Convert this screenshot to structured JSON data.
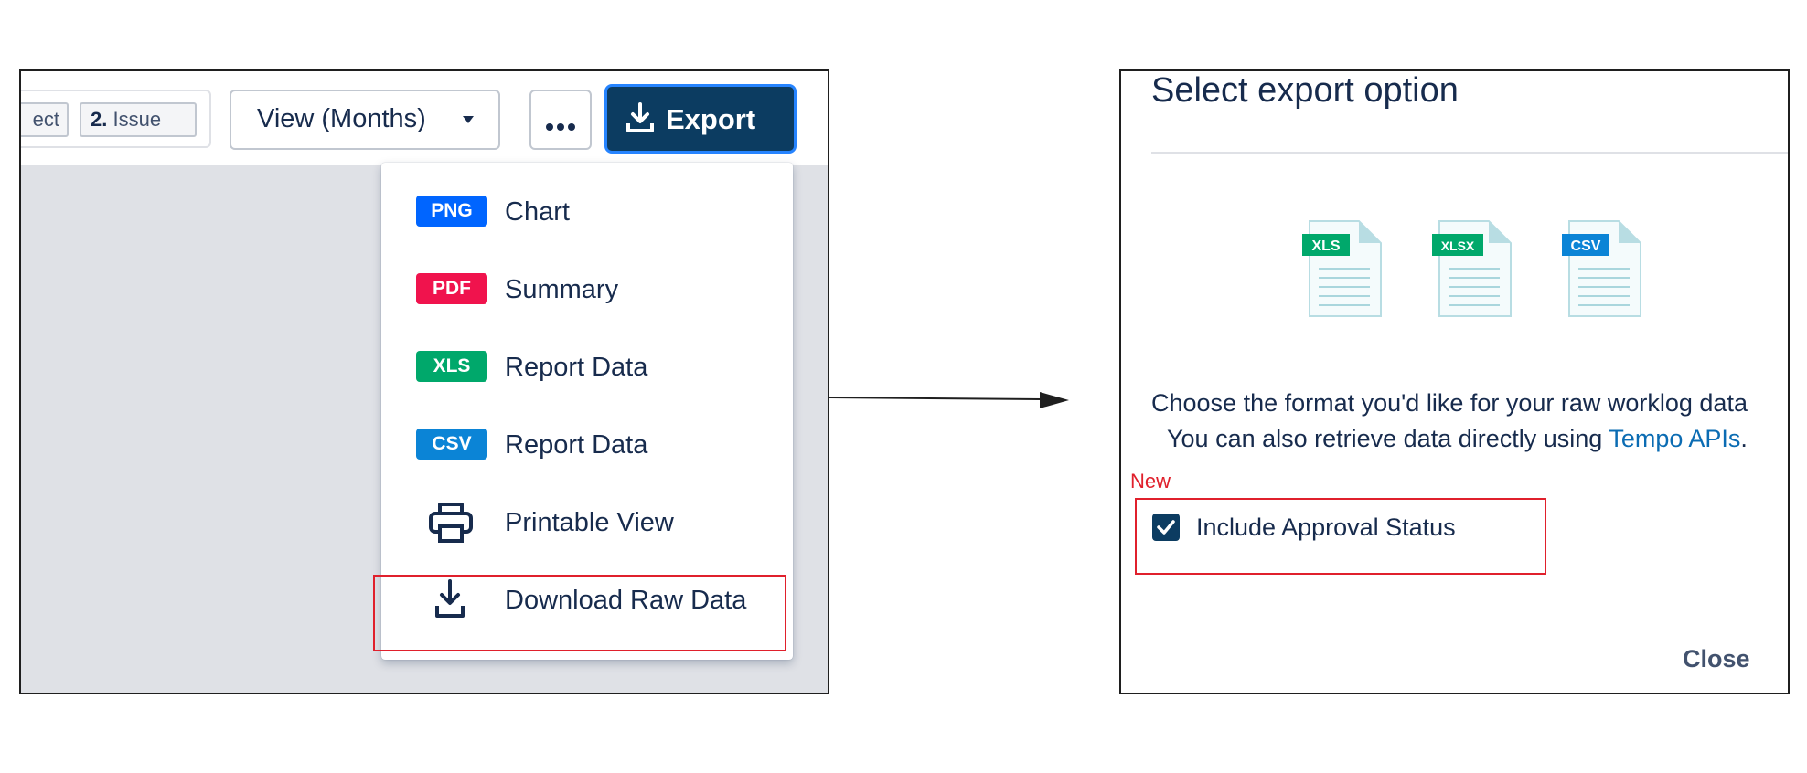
{
  "toolbar": {
    "group_chips": [
      {
        "label": "ect"
      },
      {
        "number": "2.",
        "label": "Issue"
      }
    ],
    "view_button": {
      "label": "View (Months)",
      "icon": "caret-down-icon"
    },
    "more_button": {
      "icon": "ellipsis-icon"
    },
    "export_button": {
      "label": "Export",
      "icon": "download-icon",
      "bg_color": "#0c3c61",
      "focus_color": "#2684ff"
    }
  },
  "export_menu": {
    "items": [
      {
        "badge": "PNG",
        "badge_color": "#0065ff",
        "label": "Chart"
      },
      {
        "badge": "PDF",
        "badge_color": "#f0134d",
        "label": "Summary"
      },
      {
        "badge": "XLS",
        "badge_color": "#00a86b",
        "label": "Report Data"
      },
      {
        "badge": "CSV",
        "badge_color": "#0b84d6",
        "label": "Report Data"
      },
      {
        "icon": "printer-icon",
        "label": "Printable View"
      },
      {
        "icon": "download-icon",
        "label": "Download Raw Data",
        "highlighted": true
      }
    ]
  },
  "dialog": {
    "title": "Select export option",
    "file_types": [
      {
        "label": "XLS",
        "color": "#00a86b"
      },
      {
        "label": "XLSX",
        "color": "#00a86b"
      },
      {
        "label": "CSV",
        "color": "#0b84d6"
      }
    ],
    "description_line1": "Choose the format you'd like for your raw worklog data",
    "description_line2_prefix": "You can also retrieve data directly using ",
    "description_link": "Tempo APIs",
    "description_line2_suffix": ".",
    "new_tag": "New",
    "checkbox": {
      "label": "Include Approval Status",
      "checked": true
    },
    "close_label": "Close"
  },
  "colors": {
    "highlight": "#e0202c",
    "text": "#172b4d",
    "link": "#0b6cb3"
  }
}
